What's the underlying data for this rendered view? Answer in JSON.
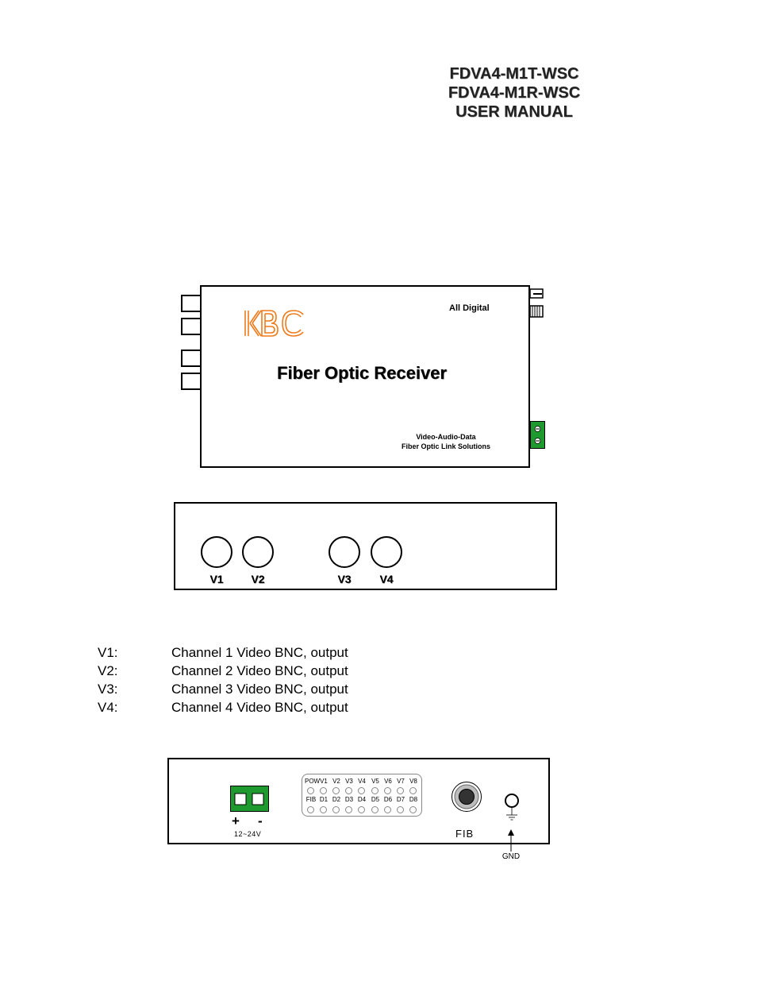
{
  "header": {
    "title_line1": "FDVA4-M1T-WSC",
    "title_line2": "FDVA4-M1R-WSC",
    "title_line3": "USER MANUAL"
  },
  "top_view": {
    "logo_text": "KBC",
    "badge": "All Digital",
    "device_name": "Fiber Optic Receiver",
    "tagline_line1": "Video-Audio-Data",
    "tagline_line2": "Fiber Optic Link Solutions"
  },
  "front_panel": {
    "ports": [
      "V1",
      "V2",
      "V3",
      "V4"
    ]
  },
  "port_descriptions": [
    {
      "port": "V1:",
      "text": "Channel 1 Video BNC, output"
    },
    {
      "port": "V2:",
      "text": "Channel 2 Video BNC, output"
    },
    {
      "port": "V3:",
      "text": "Channel 3 Video BNC, output"
    },
    {
      "port": "V4:",
      "text": "Channel 4 Video BNC, output"
    }
  ],
  "rear_panel": {
    "power_plus": "+",
    "power_minus": "-",
    "power_voltage": "12~24V",
    "led_row1": [
      "POW",
      "V1",
      "V2",
      "V3",
      "V4",
      "V5",
      "V6",
      "V7",
      "V8"
    ],
    "led_row2": [
      "FIB",
      "D1",
      "D2",
      "D3",
      "D4",
      "D5",
      "D6",
      "D7",
      "D8"
    ],
    "fiber_label": "FIB",
    "ground_label": "GND"
  },
  "colors": {
    "logo": "#f07a1a",
    "terminal_green": "#1e9a2e"
  }
}
